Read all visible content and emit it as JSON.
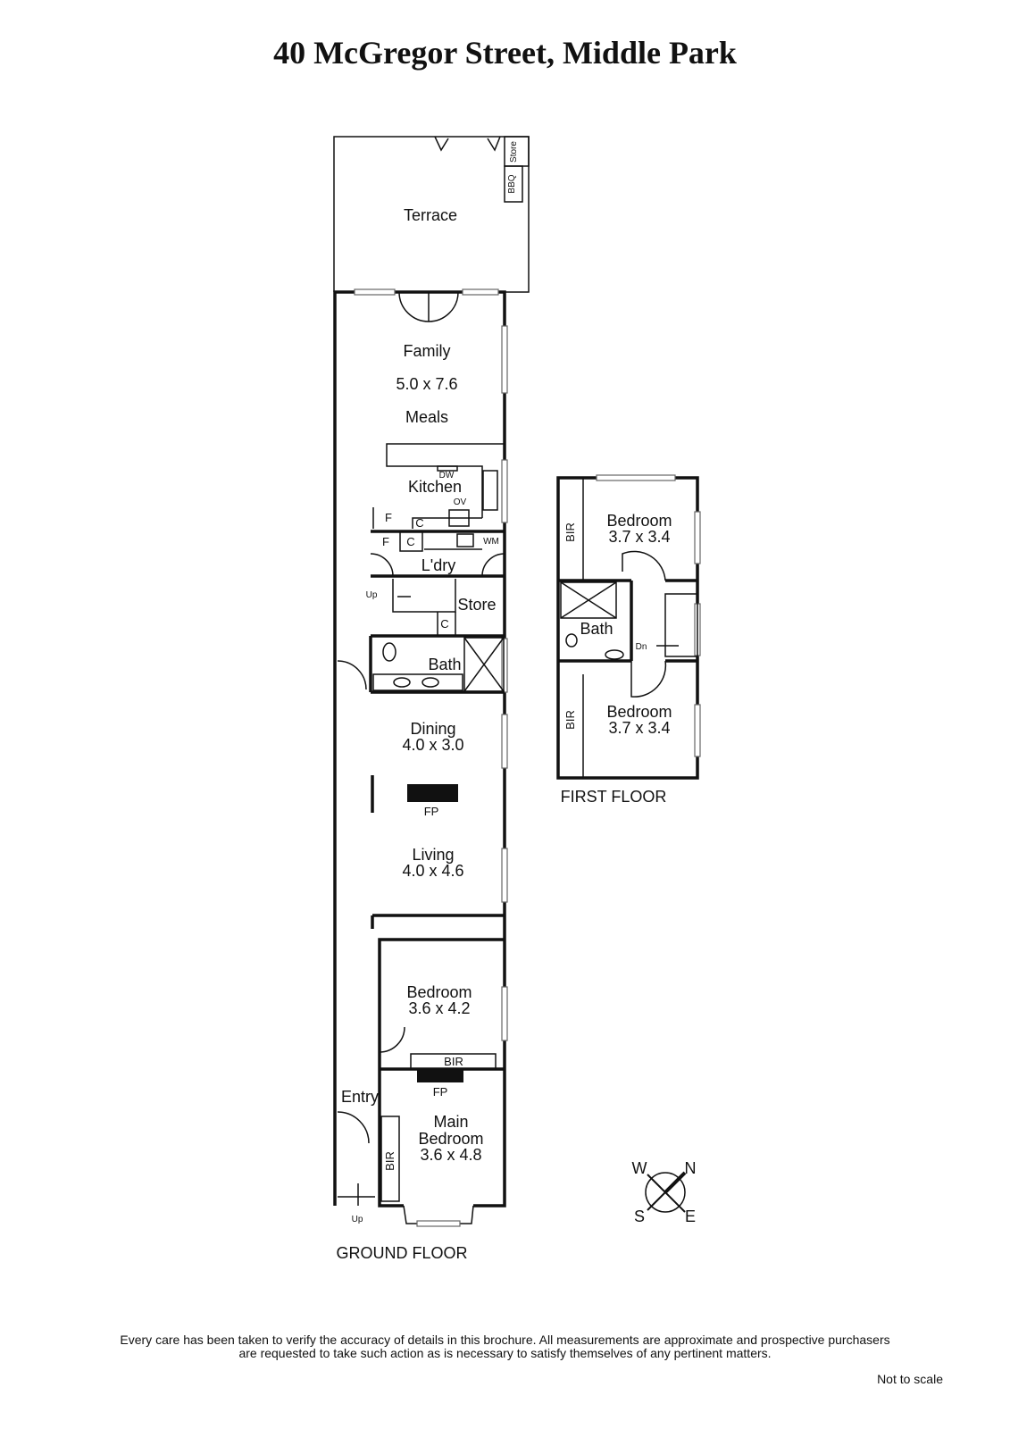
{
  "title": "40 McGregor Street, Middle Park",
  "ground_floor": {
    "label": "GROUND FLOOR",
    "rooms": {
      "terrace": "Terrace",
      "bbq": "BBQ",
      "store_terrace": "Store",
      "family": "Family",
      "family_dims": "5.0 x 7.6",
      "meals": "Meals",
      "kitchen": "Kitchen",
      "dw": "DW",
      "ov": "OV",
      "f1": "F",
      "f2": "F",
      "c1": "C",
      "c2": "C",
      "c3": "C",
      "wm": "WM",
      "laundry": "L'dry",
      "up_stairs": "Up",
      "store": "Store",
      "bath": "Bath",
      "dining": "Dining",
      "dining_dims": "4.0 x 3.0",
      "fp1": "FP",
      "living": "Living",
      "living_dims": "4.0 x 4.6",
      "bedroom": "Bedroom",
      "bedroom_dims": "3.6 x 4.2",
      "bir1": "BIR",
      "fp2": "FP",
      "entry": "Entry",
      "main_bedroom_1": "Main",
      "main_bedroom_2": "Bedroom",
      "main_bedroom_dims": "3.6 x 4.8",
      "bir2": "BIR",
      "up_entry": "Up"
    }
  },
  "first_floor": {
    "label": "FIRST FLOOR",
    "rooms": {
      "bedroom1": "Bedroom",
      "bedroom1_dims": "3.7 x 3.4",
      "bir1": "BIR",
      "bath": "Bath",
      "dn": "Dn",
      "bedroom2": "Bedroom",
      "bedroom2_dims": "3.7 x 3.4",
      "bir2": "BIR"
    }
  },
  "compass": {
    "w": "W",
    "n": "N",
    "s": "S",
    "e": "E"
  },
  "disclaimer_1": "Every care has been taken to verify the accuracy of details in this brochure.  All measurements are approximate and prospective purchasers",
  "disclaimer_2": "are requested to take such action as is necessary to satisfy themselves of any pertinent matters.",
  "not_to_scale": "Not to scale"
}
